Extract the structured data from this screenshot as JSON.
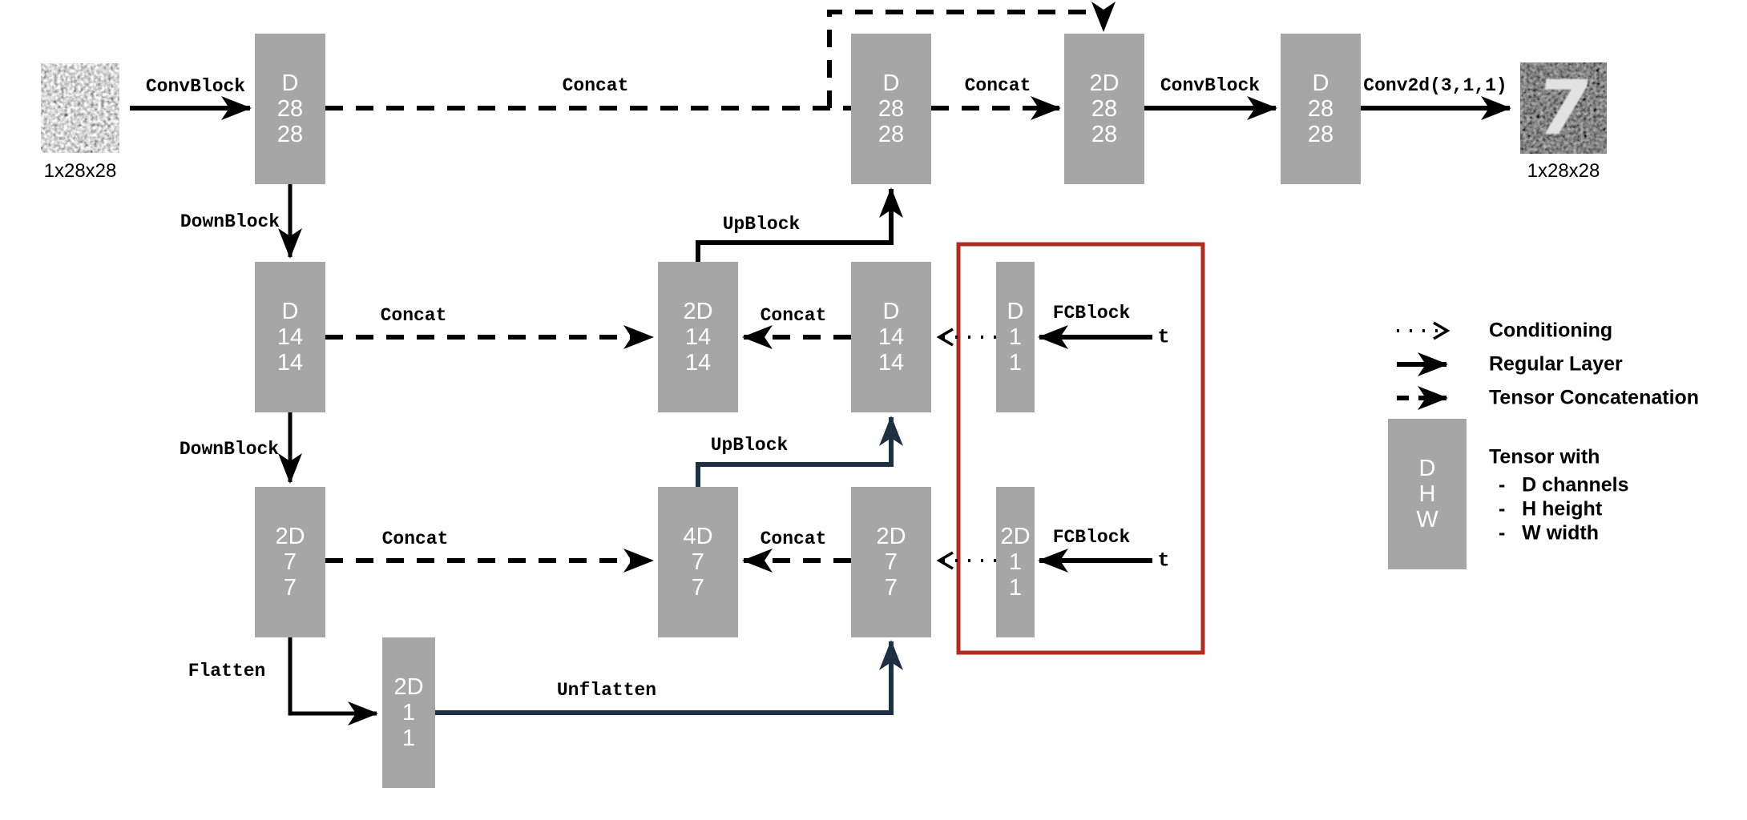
{
  "diagram": {
    "input": {
      "label": "1x28x28"
    },
    "output": {
      "label": "1x28x28",
      "digit": "7"
    },
    "blocks": {
      "enc28": {
        "lines": [
          "D",
          "28",
          "28"
        ]
      },
      "enc14": {
        "lines": [
          "D",
          "14",
          "14"
        ]
      },
      "enc7": {
        "lines": [
          "2D",
          "7",
          "7"
        ]
      },
      "bottleneck": {
        "lines": [
          "2D",
          "1",
          "1"
        ]
      },
      "mid14": {
        "lines": [
          "2D",
          "14",
          "14"
        ]
      },
      "mid7": {
        "lines": [
          "4D",
          "7",
          "7"
        ]
      },
      "dec28": {
        "lines": [
          "D",
          "28",
          "28"
        ]
      },
      "dec14": {
        "lines": [
          "D",
          "14",
          "14"
        ]
      },
      "dec7": {
        "lines": [
          "2D",
          "7",
          "7"
        ]
      },
      "cond14": {
        "lines": [
          "D",
          "1",
          "1"
        ]
      },
      "cond7": {
        "lines": [
          "2D",
          "1",
          "1"
        ]
      },
      "concat28": {
        "lines": [
          "2D",
          "28",
          "28"
        ]
      },
      "final28": {
        "lines": [
          "D",
          "28",
          "28"
        ]
      }
    },
    "edges": {
      "convblock_in": "ConvBlock",
      "concat_skip_top": "Concat",
      "concat_top": "Concat",
      "convblock_out": "ConvBlock",
      "conv2d_out": "Conv2d(3,1,1)",
      "downblock_1": "DownBlock",
      "downblock_2": "DownBlock",
      "upblock_top": "UpBlock",
      "upblock_mid": "UpBlock",
      "concat_row2_enc": "Concat",
      "concat_row2_dec": "Concat",
      "fcblock_row2": "FCBlock",
      "t_row2": "t",
      "concat_row3_enc": "Concat",
      "concat_row3_dec": "Concat",
      "fcblock_row3": "FCBlock",
      "t_row3": "t",
      "flatten": "Flatten",
      "unflatten": "Unflatten"
    },
    "legend": {
      "items": [
        {
          "style": "dotted",
          "label": "Conditioning"
        },
        {
          "style": "solid",
          "label": "Regular Layer"
        },
        {
          "style": "dashed",
          "label": "Tensor Concatenation"
        }
      ],
      "tensor_block": {
        "lines": [
          "D",
          "H",
          "W"
        ]
      },
      "tensor_note_title": "Tensor with",
      "tensor_note_items": [
        "-   D channels",
        "-   H height",
        "-   W width"
      ]
    },
    "colors": {
      "block_gray": "#a6a6a6",
      "red_box": "#b32b20",
      "navy": "#203044",
      "black": "#000000"
    }
  }
}
